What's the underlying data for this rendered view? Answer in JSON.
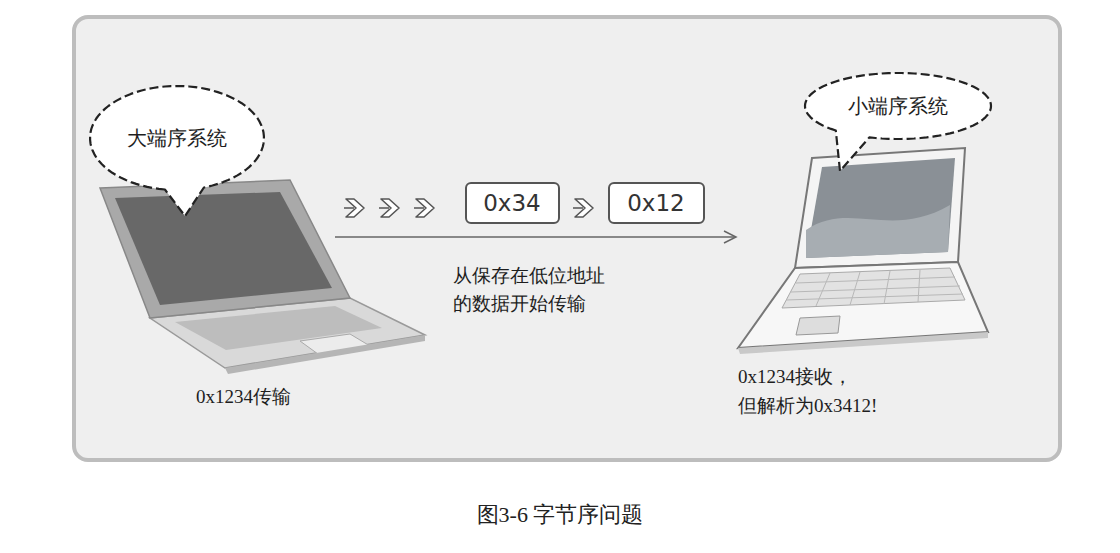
{
  "diagram": {
    "caption": "图3-6 字节序问题",
    "nodes": [
      {
        "text": [
          "大端序系统"
        ]
      },
      {
        "text": [
          "小端序系统"
        ]
      },
      {
        "text": [
          "0x34"
        ]
      },
      {
        "text": [
          "0x12"
        ]
      }
    ],
    "labels": [
      "从保存在低位地址",
      "的数据开始传输",
      "0x1234传输",
      "0x1234接收，",
      "但解析为0x3412!"
    ]
  }
}
